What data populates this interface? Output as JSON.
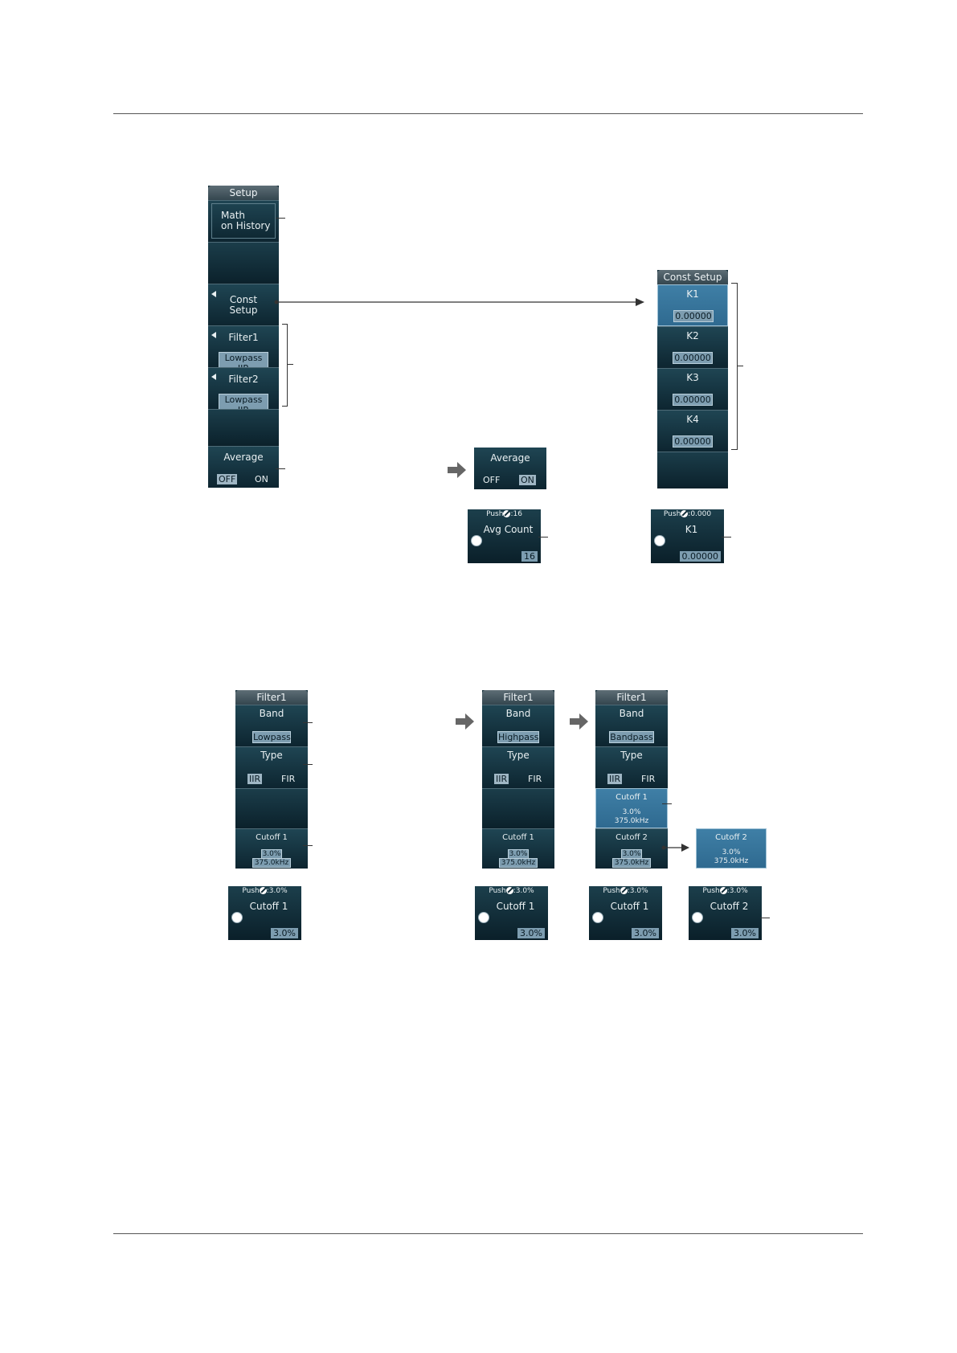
{
  "setup_menu": {
    "title": "Setup",
    "math_on_history": [
      "Math",
      "on History"
    ],
    "const_setup": [
      "Const",
      "Setup"
    ],
    "filter1": {
      "label": "Filter1",
      "value": "Lowpass IIR"
    },
    "filter2": {
      "label": "Filter2",
      "value": "Lowpass IIR"
    },
    "average": {
      "label": "Average",
      "off": "OFF",
      "on": "ON",
      "selected": "OFF"
    }
  },
  "average_menu_on": {
    "label": "Average",
    "off": "OFF",
    "on": "ON",
    "selected": "ON"
  },
  "avg_count_jog": {
    "push": "Push",
    "push_value": ":16",
    "name": "Avg Count",
    "value": "16"
  },
  "const_menu": {
    "title": "Const Setup",
    "items": [
      {
        "label": "K1",
        "value": "0.00000"
      },
      {
        "label": "K2",
        "value": "0.00000"
      },
      {
        "label": "K3",
        "value": "0.00000"
      },
      {
        "label": "K4",
        "value": "0.00000"
      }
    ]
  },
  "k1_jog": {
    "push": "Push",
    "push_value": ":0.000",
    "name": "K1",
    "value": "0.00000"
  },
  "filter_menus": [
    {
      "title": "Filter1",
      "band_label": "Band",
      "band_value": "Lowpass",
      "type_label": "Type",
      "iir": "IIR",
      "fir": "FIR",
      "cutoff1_label": "Cutoff 1",
      "cutoff1_pct": "3.0%",
      "cutoff1_freq": "375.0kHz"
    },
    {
      "title": "Filter1",
      "band_label": "Band",
      "band_value": "Highpass",
      "type_label": "Type",
      "iir": "IIR",
      "fir": "FIR",
      "cutoff1_label": "Cutoff 1",
      "cutoff1_pct": "3.0%",
      "cutoff1_freq": "375.0kHz"
    },
    {
      "title": "Filter1",
      "band_label": "Band",
      "band_value": "Bandpass",
      "type_label": "Type",
      "iir": "IIR",
      "fir": "FIR",
      "cutoff1_label": "Cutoff 1",
      "cutoff1_pct": "3.0%",
      "cutoff1_freq": "375.0kHz",
      "cutoff2_label": "Cutoff 2",
      "cutoff2_pct": "3.0%",
      "cutoff2_freq": "375.0kHz"
    }
  ],
  "cutoff2_box": {
    "label": "Cutoff 2",
    "pct": "3.0%",
    "freq": "375.0kHz"
  },
  "cutoff_jogs": [
    {
      "push": "Push",
      "push_value": ":3.0%",
      "name": "Cutoff 1",
      "value": "3.0%"
    },
    {
      "push": "Push",
      "push_value": ":3.0%",
      "name": "Cutoff 1",
      "value": "3.0%"
    },
    {
      "push": "Push",
      "push_value": ":3.0%",
      "name": "Cutoff 1",
      "value": "3.0%"
    },
    {
      "push": "Push",
      "push_value": ":3.0%",
      "name": "Cutoff 2",
      "value": "3.0%"
    }
  ],
  "colors": {
    "menu_bg": "#0f2a35",
    "highlight": "#7d9db0",
    "selected_cell": "#3f7fa6"
  }
}
